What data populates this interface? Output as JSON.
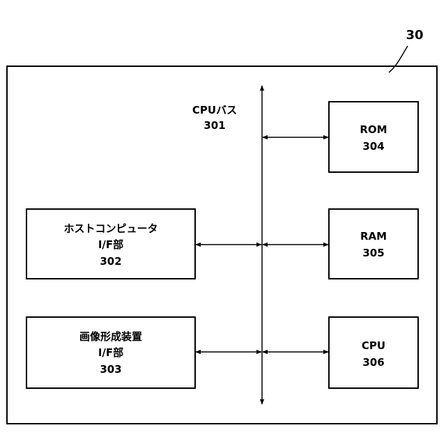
{
  "diagram": {
    "device_label": "30",
    "bus": {
      "name": "CPUバス",
      "number": "301"
    },
    "blocks": {
      "rom": {
        "name": "ROM",
        "number": "304"
      },
      "ram": {
        "name": "RAM",
        "number": "305"
      },
      "cpu": {
        "name": "CPU",
        "number": "306"
      },
      "host_if": {
        "line1": "ホストコンピュータ",
        "line2": "I/F部",
        "number": "302"
      },
      "image_if": {
        "line1": "画像形成装置",
        "line2": "I/F部",
        "number": "303"
      }
    }
  }
}
